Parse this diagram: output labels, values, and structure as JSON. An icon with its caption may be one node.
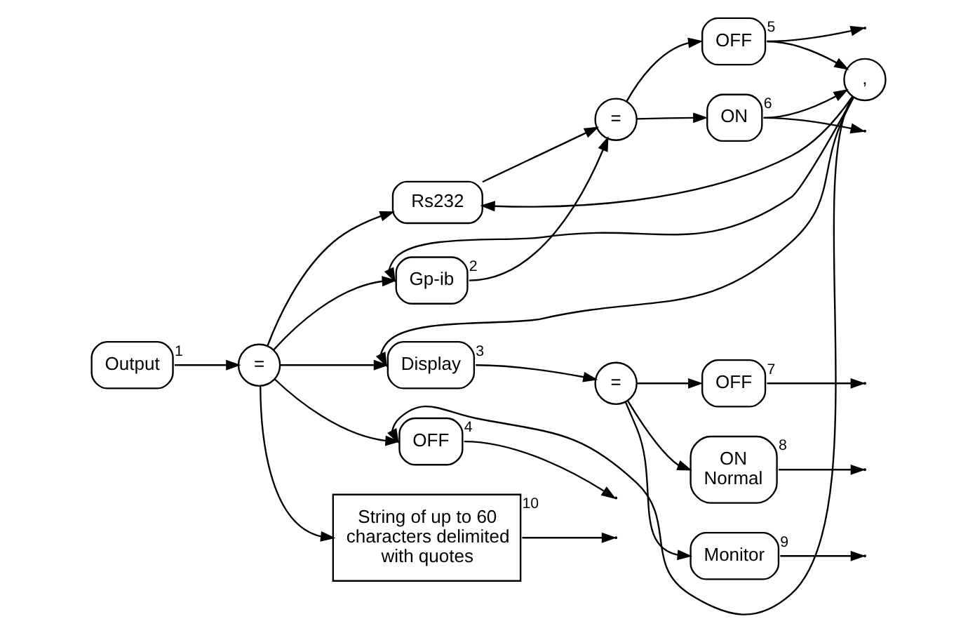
{
  "diagram": {
    "nodes": [
      {
        "text": [
          "Output"
        ],
        "beside": [
          "1"
        ]
      },
      {
        "text": [
          "="
        ]
      },
      {
        "text": [
          "Rs232"
        ]
      },
      {
        "text": [
          "="
        ]
      },
      {
        "text": [
          "OFF"
        ],
        "beside": [
          "5"
        ]
      },
      {
        "text": [
          "ON"
        ],
        "beside": [
          "6"
        ]
      },
      {
        "text": [
          ","
        ]
      },
      {
        "text": [
          "Gp-ib"
        ],
        "beside": [
          "2"
        ]
      },
      {
        "text": [
          "Display"
        ],
        "beside": [
          "3"
        ]
      },
      {
        "text": [
          "="
        ]
      },
      {
        "text": [
          "OFF"
        ],
        "beside": [
          "7"
        ]
      },
      {
        "text": [
          "ON Normal"
        ],
        "beside": [
          "8"
        ]
      },
      {
        "text": [
          "OFF"
        ],
        "beside": [
          "4"
        ]
      },
      {
        "text": [
          "Monitor"
        ],
        "beside": [
          "9"
        ]
      },
      {
        "text": [
          "String of up to 60 characters delimited with quotes"
        ],
        "beside": [
          "10"
        ]
      }
    ],
    "edges": [
      {
        "from": 0,
        "to": 1,
        "arrow": "to"
      },
      {
        "from": 1,
        "to": 2,
        "arrow": "to"
      },
      {
        "from": 1,
        "to": 7,
        "arrow": "to"
      },
      {
        "from": 1,
        "to": 8,
        "arrow": "to"
      },
      {
        "from": 1,
        "to": 12,
        "arrow": "to"
      },
      {
        "from": 1,
        "to": 14,
        "arrow": "to"
      },
      {
        "from": 6,
        "to": 2,
        "arrow": "to"
      },
      {
        "from": 6,
        "to": 7,
        "arrow": "to"
      },
      {
        "from": 6,
        "to": 8,
        "arrow": "to"
      },
      {
        "from": 6,
        "to": 12,
        "arrow": "to"
      },
      {
        "from": 2,
        "to": 3,
        "arrow": "to"
      },
      {
        "from": 7,
        "to": 3,
        "arrow": "to"
      },
      {
        "from": 3,
        "to": 4,
        "arrow": "to"
      },
      {
        "from": 3,
        "to": 5,
        "arrow": "to"
      },
      {
        "from": 4,
        "to": 6,
        "arrow": "to"
      },
      {
        "from": 5,
        "to": 6,
        "arrow": "to"
      },
      {
        "from": 4,
        "to": null,
        "arrow": "to"
      },
      {
        "from": 5,
        "to": null,
        "arrow": "to"
      },
      {
        "from": 8,
        "to": 9,
        "arrow": "to"
      },
      {
        "from": 9,
        "to": 10,
        "arrow": "to"
      },
      {
        "from": 9,
        "to": 11,
        "arrow": "to"
      },
      {
        "from": 9,
        "to": 13,
        "arrow": "to"
      },
      {
        "from": 10,
        "to": null,
        "arrow": "to"
      },
      {
        "from": 11,
        "to": null,
        "arrow": "to"
      },
      {
        "from": 13,
        "to": null,
        "arrow": "to"
      },
      {
        "from": 12,
        "to": null,
        "arrow": "to"
      },
      {
        "from": 14,
        "to": null,
        "arrow": "to"
      }
    ]
  }
}
